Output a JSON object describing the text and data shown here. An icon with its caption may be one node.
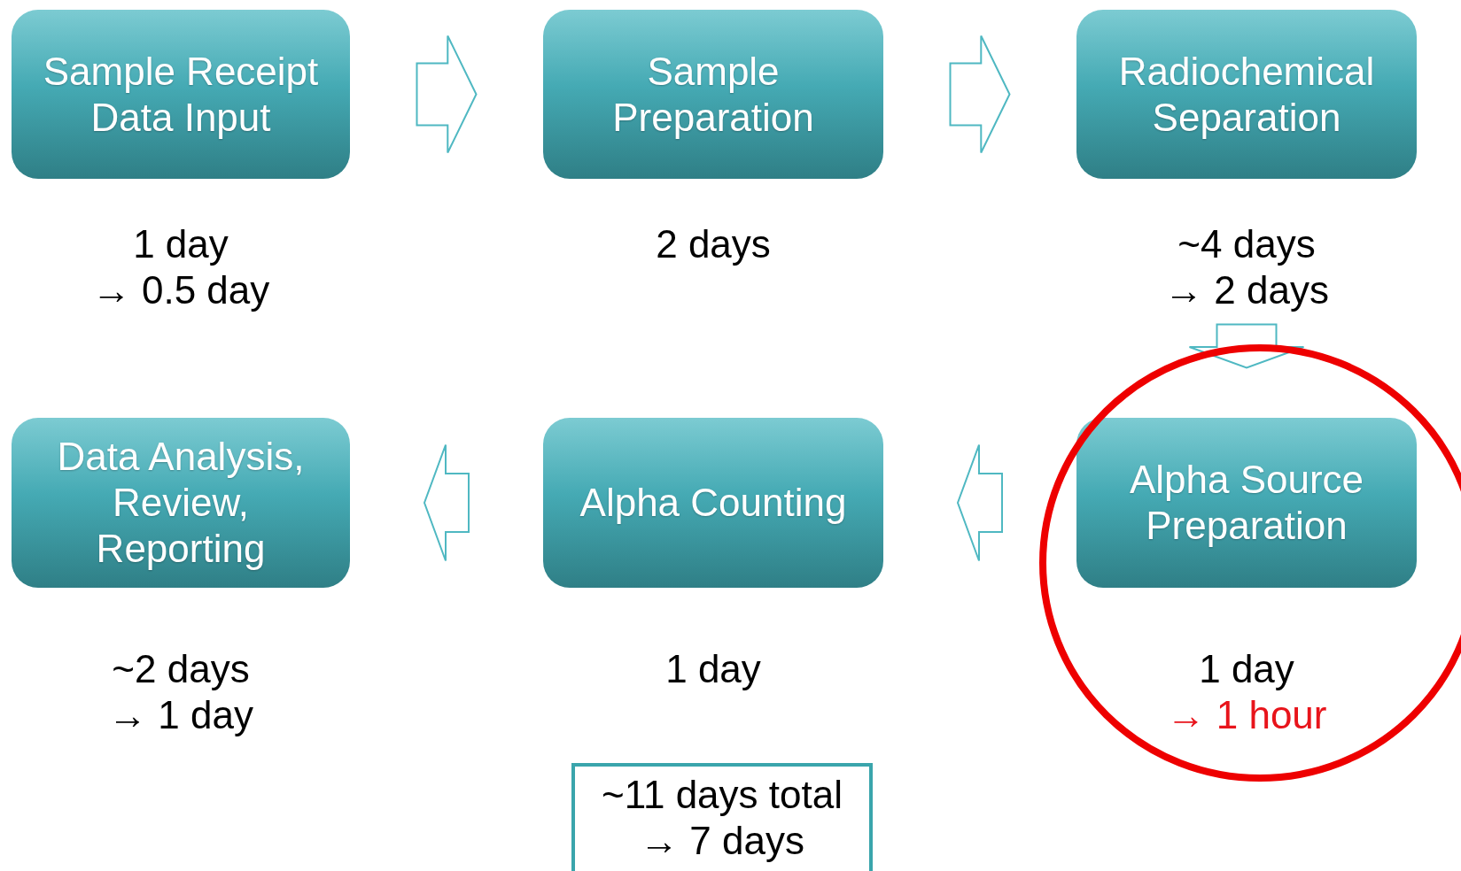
{
  "diagram": {
    "nodes": [
      {
        "text": [
          "Sample Receipt Data Input"
        ],
        "beside": [
          "1 day",
          "→ 0.5 day"
        ]
      },
      {
        "text": [
          "Sample Preparation"
        ],
        "beside": [
          "2 days"
        ]
      },
      {
        "text": [
          "Radiochemical Separation"
        ],
        "beside": [
          "~4 days",
          "→ 2 days"
        ]
      },
      {
        "text": [
          "Data Analysis, Review, Reporting"
        ],
        "beside": [
          "~2 days",
          "→ 1 day"
        ]
      },
      {
        "text": [
          "Alpha Counting"
        ],
        "beside": [
          "1 day"
        ]
      },
      {
        "text": [
          "Alpha Source Preparation"
        ],
        "beside": [
          "1 day",
          "→ 1 hour"
        ]
      },
      {
        "text": [
          "~11 days total",
          "→ 7 days"
        ]
      }
    ],
    "edges": [
      {
        "from": 0,
        "to": 1,
        "arrow": "to"
      },
      {
        "from": 1,
        "to": 2,
        "arrow": "to"
      },
      {
        "from": 2,
        "to": 5,
        "arrow": "to"
      },
      {
        "from": 5,
        "to": 4,
        "arrow": "to"
      },
      {
        "from": 4,
        "to": 3,
        "arrow": "to"
      }
    ]
  }
}
